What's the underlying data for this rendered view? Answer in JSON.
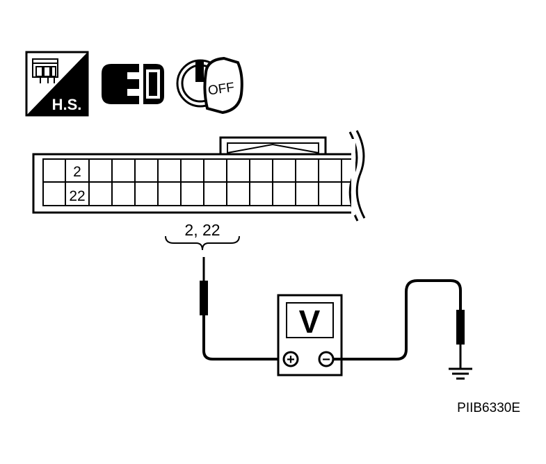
{
  "icons": {
    "harness_badge": "H.S.",
    "ignition_key": "OFF"
  },
  "connector": {
    "pin_upper": "2",
    "pin_lower": "22",
    "probe_label": "2, 22"
  },
  "meter": {
    "symbol": "V",
    "positive_symbol": "+",
    "negative_symbol": "−"
  },
  "figure_id": "PIIB6330E",
  "colors": {
    "ink": "#000000",
    "paper": "#ffffff"
  }
}
